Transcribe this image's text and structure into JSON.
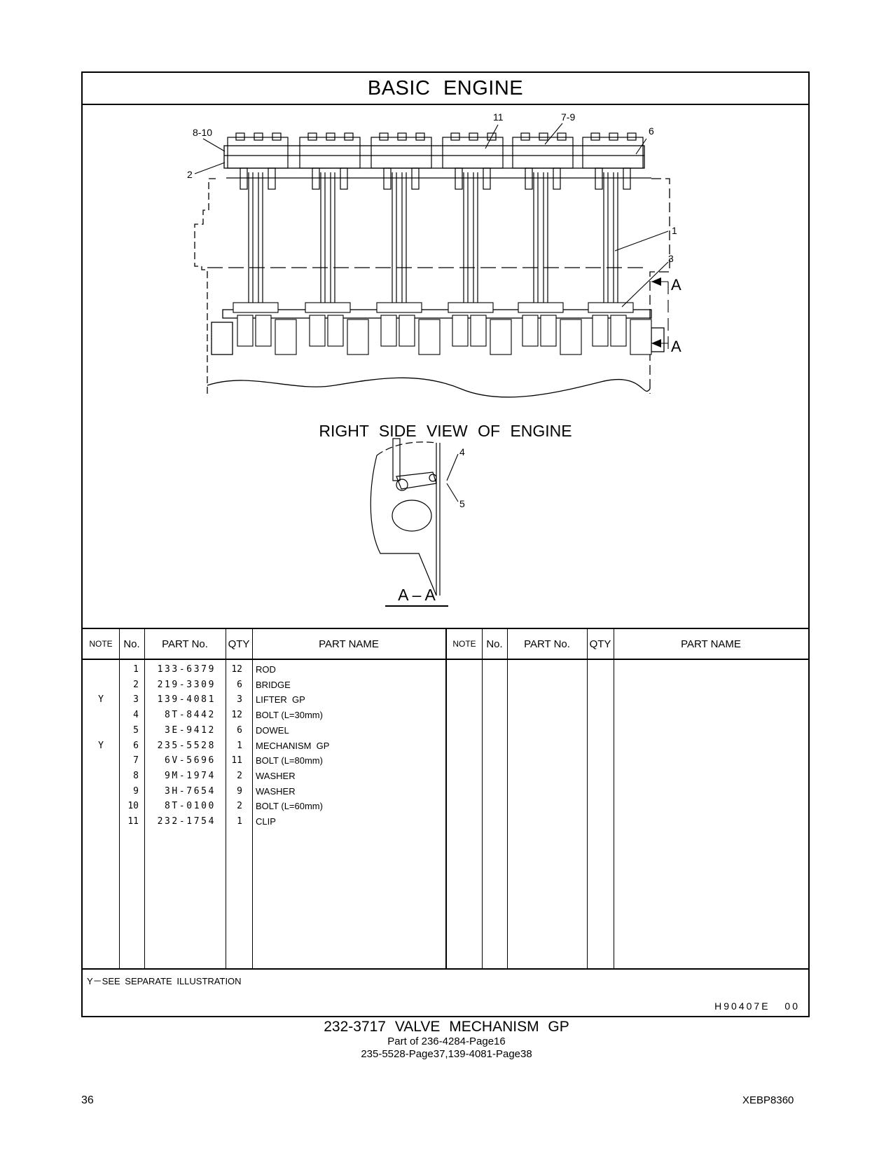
{
  "header": {
    "title": "BASIC   ENGINE"
  },
  "illustration": {
    "view_caption": "RIGHT  SIDE  VIEW  OF  ENGINE",
    "section_caption": "A – A",
    "callouts": {
      "c8_10": "8-10",
      "c11": "11",
      "c7_9": "7-9",
      "c6": "6",
      "c2": "2",
      "c1": "1",
      "c3": "3",
      "cA1": "A",
      "cA2": "A",
      "c4": "4",
      "c5": "5"
    }
  },
  "table": {
    "headers": {
      "note": "NOTE",
      "no": "No.",
      "part_no": "PART No.",
      "qty": "QTY",
      "part_name": "PART NAME"
    },
    "rows": [
      {
        "note": "",
        "no": "1",
        "part_no": "133-6379",
        "qty": "12",
        "name": "ROD"
      },
      {
        "note": "",
        "no": "2",
        "part_no": "219-3309",
        "qty": "6",
        "name": "BRIDGE"
      },
      {
        "note": "Y",
        "no": "3",
        "part_no": "139-4081",
        "qty": "3",
        "name": "LIFTER  GP"
      },
      {
        "note": "",
        "no": "4",
        "part_no": "8T-8442",
        "qty": "12",
        "name": "BOLT (L=30mm)"
      },
      {
        "note": "",
        "no": "5",
        "part_no": "3E-9412",
        "qty": "6",
        "name": "DOWEL"
      },
      {
        "note": "Y",
        "no": "6",
        "part_no": "235-5528",
        "qty": "1",
        "name": "MECHANISM  GP"
      },
      {
        "note": "",
        "no": "7",
        "part_no": "6V-5696",
        "qty": "11",
        "name": "BOLT (L=80mm)"
      },
      {
        "note": "",
        "no": "8",
        "part_no": "9M-1974",
        "qty": "2",
        "name": "WASHER"
      },
      {
        "note": "",
        "no": "9",
        "part_no": "3H-7654",
        "qty": "9",
        "name": "WASHER"
      },
      {
        "note": "",
        "no": "10",
        "part_no": "8T-0100",
        "qty": "2",
        "name": "BOLT (L=60mm)"
      },
      {
        "note": "",
        "no": "11",
        "part_no": "232-1754",
        "qty": "1",
        "name": "CLIP"
      }
    ]
  },
  "footer": {
    "legend": "Y－SEE  SEPARATE  ILLUSTRATION",
    "code": "H90407E   00",
    "group_title": "232-3717  VALVE  MECHANISM  GP",
    "part_of": "Part of 236-4284-Page16",
    "refs": "235-5528-Page37,139-4081-Page38",
    "page_number": "36",
    "doc_id": "XEBP8360"
  }
}
